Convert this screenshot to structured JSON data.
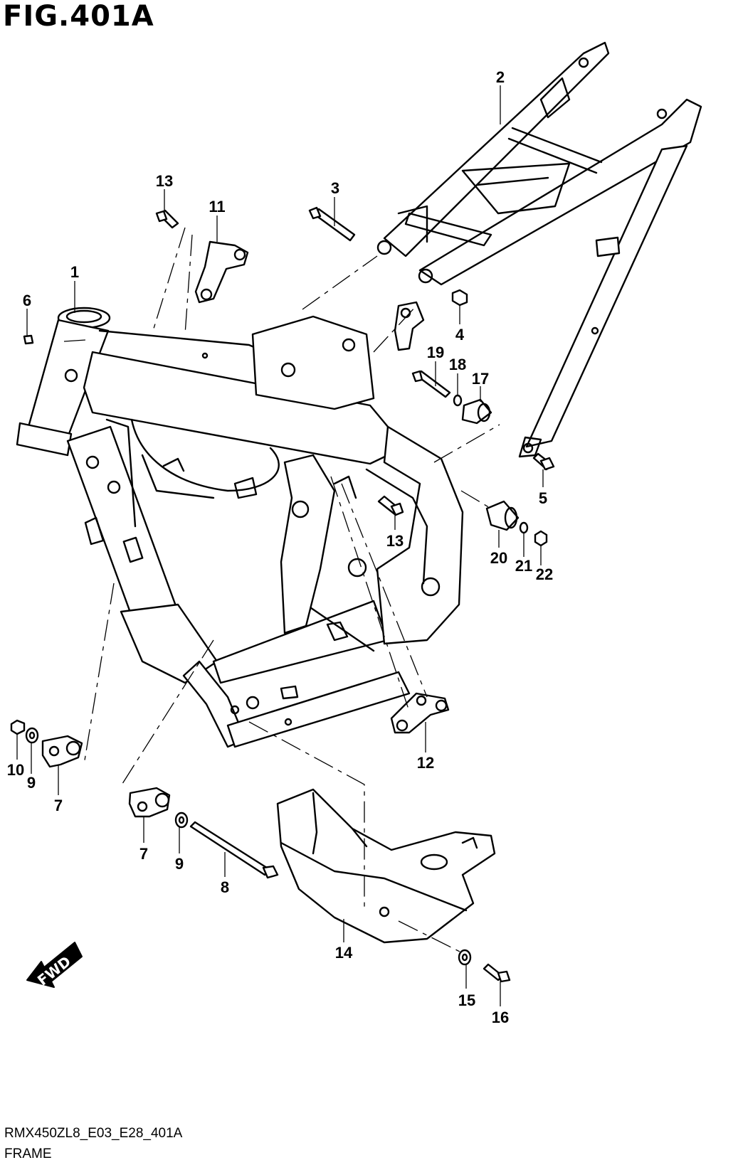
{
  "figure": {
    "title": "FIG.401A",
    "code": "RMX450ZL8_E03_E28_401A",
    "name": "FRAME",
    "direction_label": "FWD"
  },
  "callouts": [
    "1",
    "2",
    "3",
    "4",
    "5",
    "6",
    "7",
    "7",
    "8",
    "9",
    "9",
    "10",
    "11",
    "12",
    "13",
    "13",
    "14",
    "15",
    "16",
    "17",
    "18",
    "19",
    "20",
    "21",
    "22"
  ]
}
